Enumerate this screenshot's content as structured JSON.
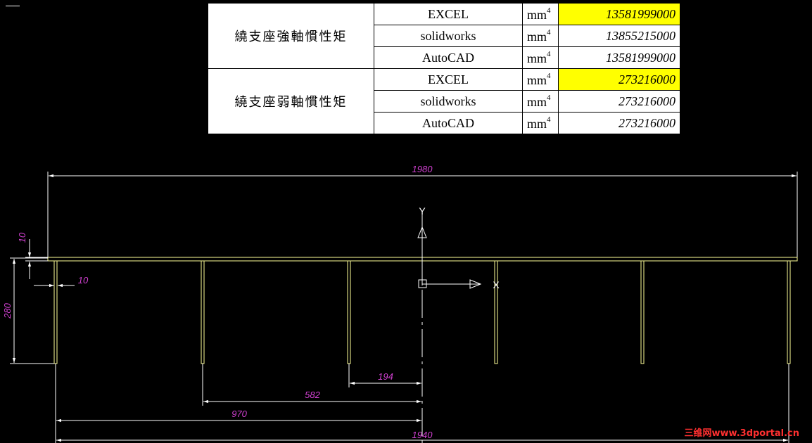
{
  "table": {
    "rows": [
      {
        "group": "繞支座強軸慣性矩",
        "source": "EXCEL",
        "unit": "mm",
        "unit_exp": "4",
        "value": "13581999000",
        "highlight": true
      },
      {
        "group": "",
        "source": "solidworks",
        "unit": "mm",
        "unit_exp": "4",
        "value": "13855215000",
        "highlight": false
      },
      {
        "group": "",
        "source": "AutoCAD",
        "unit": "mm",
        "unit_exp": "4",
        "value": "13581999000",
        "highlight": false
      },
      {
        "group": "繞支座弱軸慣性矩",
        "source": "EXCEL",
        "unit": "mm",
        "unit_exp": "4",
        "value": "273216000",
        "highlight": true
      },
      {
        "group": "",
        "source": "solidworks",
        "unit": "mm",
        "unit_exp": "4",
        "value": "273216000",
        "highlight": false
      },
      {
        "group": "",
        "source": "AutoCAD",
        "unit": "mm",
        "unit_exp": "4",
        "value": "273216000",
        "highlight": false
      }
    ]
  },
  "drawing": {
    "dims": {
      "overall_top": "1980",
      "plate_thickness": "10",
      "leg_thickness": "10",
      "leg_height": "280",
      "d1": "194",
      "d2": "582",
      "d3": "970",
      "overall_bottom": "1940"
    },
    "axes": {
      "y": "Y",
      "x": "X"
    },
    "colors": {
      "dimension": "#d040d0",
      "geometry": "#ffff99",
      "axes": "#ffffff"
    }
  },
  "watermark": "三维网www.3dportal.cn"
}
